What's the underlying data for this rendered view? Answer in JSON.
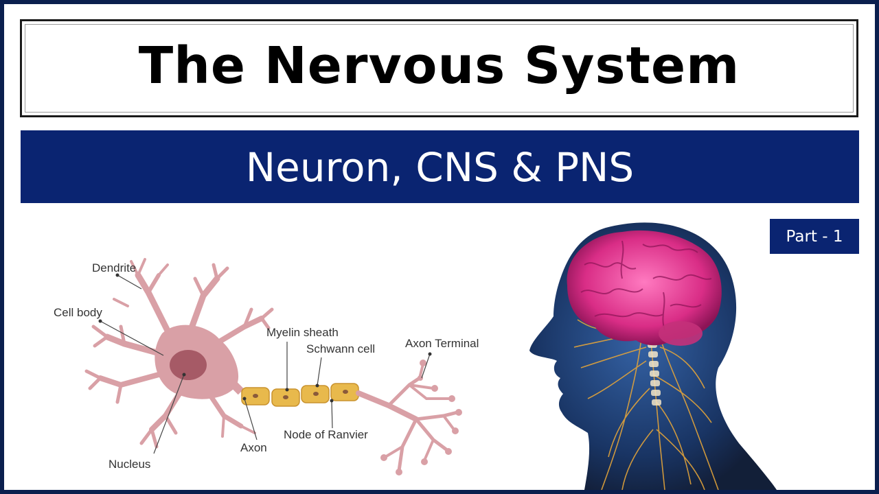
{
  "title": "The Nervous System",
  "subtitle": "Neuron, CNS & PNS",
  "badge": "Part - 1",
  "neuron_labels": {
    "dendrite": "Dendrite",
    "cell_body": "Cell body",
    "nucleus": "Nucleus",
    "myelin_sheath": "Myelin sheath",
    "schwann_cell": "Schwann cell",
    "axon_terminal": "Axon Terminal",
    "axon": "Axon",
    "node_of_ranvier": "Node of Ranvier"
  },
  "colors": {
    "frame": "#0b1f4e",
    "banner": "#0a2471",
    "neuron": "#d9a0a6",
    "nucleus": "#a65a66",
    "myelin": "#e8b94c",
    "brain": "#e0388c",
    "head": "#0d2a5c",
    "nerves": "#e3a43a"
  }
}
